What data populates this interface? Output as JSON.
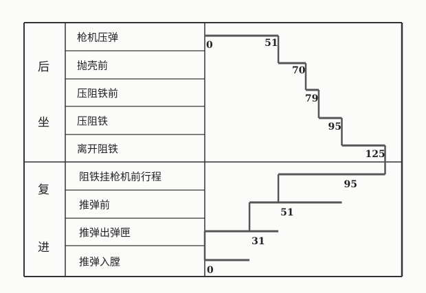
{
  "groups": [
    {
      "label": "后坐",
      "chars": [
        "后",
        "坐"
      ]
    },
    {
      "label": "复进",
      "chars": [
        "复",
        "进"
      ]
    }
  ],
  "rows": [
    "枪机压弹",
    "抛壳前",
    "压阻铁前",
    "压阻铁",
    "离开阻铁",
    "阻铁挂枪机前行程",
    "推弹前",
    "推弹出弹匣",
    "推弹入膛"
  ],
  "recoil_steps": [
    {
      "label": "0",
      "value": 0
    },
    {
      "label": "51",
      "value": 51
    },
    {
      "label": "70",
      "value": 70
    },
    {
      "label": "79",
      "value": 79
    },
    {
      "label": "95",
      "value": 95
    },
    {
      "label": "125",
      "value": 125
    }
  ],
  "return_steps": [
    {
      "label": "95",
      "value": 95
    },
    {
      "label": "51",
      "value": 51
    },
    {
      "label": "31",
      "value": 31
    },
    {
      "label": "0",
      "value": 0
    }
  ],
  "colors": {
    "line": "#333333",
    "step": "#555555"
  }
}
